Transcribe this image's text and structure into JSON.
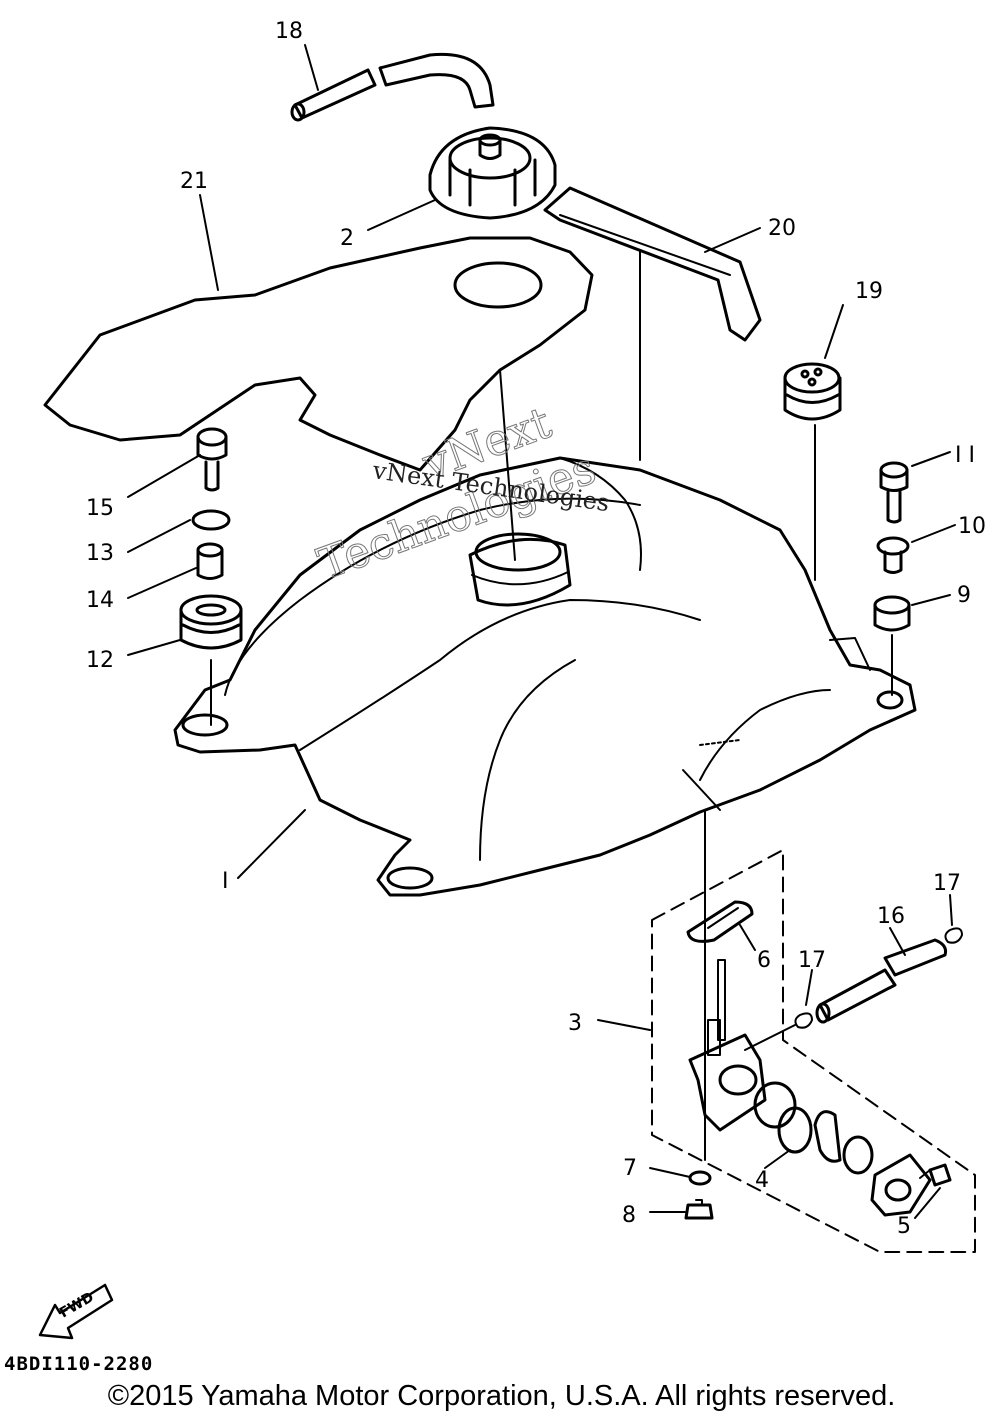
{
  "callouts": [
    {
      "id": "18",
      "text": "18"
    },
    {
      "id": "21",
      "text": "21"
    },
    {
      "id": "2",
      "text": "2"
    },
    {
      "id": "20",
      "text": "20"
    },
    {
      "id": "19",
      "text": "19"
    },
    {
      "id": "11",
      "text": "I I"
    },
    {
      "id": "10",
      "text": "10"
    },
    {
      "id": "9",
      "text": "9"
    },
    {
      "id": "15",
      "text": "15"
    },
    {
      "id": "13",
      "text": "13"
    },
    {
      "id": "14",
      "text": "14"
    },
    {
      "id": "12",
      "text": "12"
    },
    {
      "id": "1",
      "text": "I"
    },
    {
      "id": "17a",
      "text": "17"
    },
    {
      "id": "16",
      "text": "16"
    },
    {
      "id": "6",
      "text": "6"
    },
    {
      "id": "17b",
      "text": "17"
    },
    {
      "id": "3",
      "text": "3"
    },
    {
      "id": "7",
      "text": "7"
    },
    {
      "id": "4",
      "text": "4"
    },
    {
      "id": "8",
      "text": "8"
    },
    {
      "id": "5",
      "text": "5"
    }
  ],
  "fwd_label": "FWD",
  "watermark": {
    "line1": "vNext Technologies",
    "big1": "vNext",
    "big2": "Technologies"
  },
  "drawing_code": "4BDI110-2280",
  "copyright": "©2015 Yamaha Motor Corporation, U.S.A. All rights reserved."
}
